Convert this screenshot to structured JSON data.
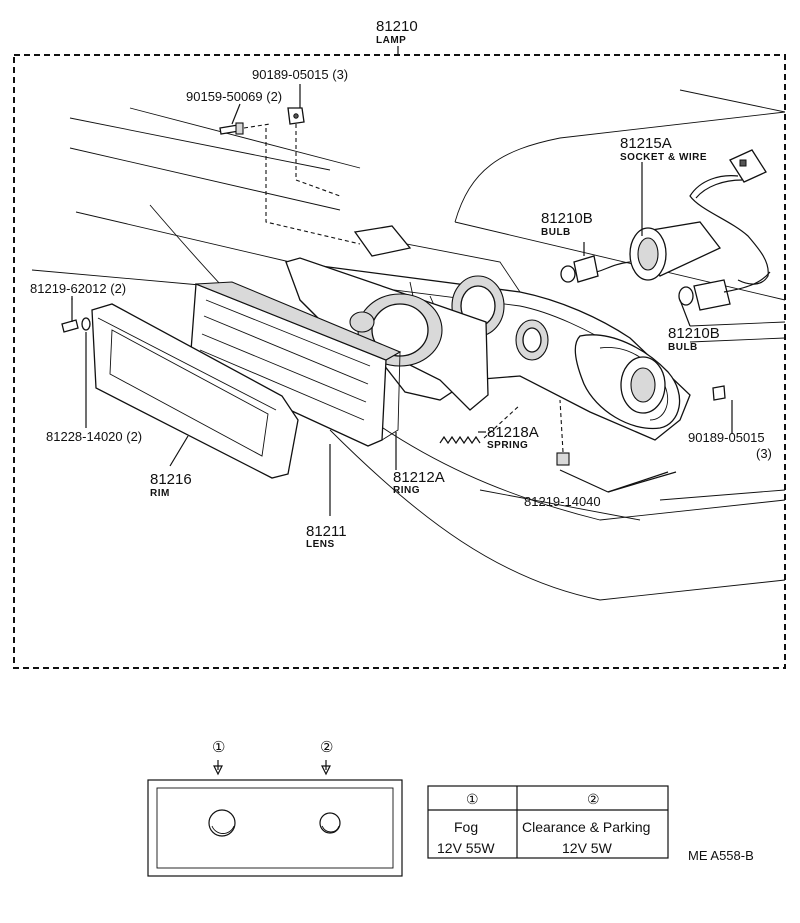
{
  "diagram": {
    "assembly": {
      "part_no": "81210",
      "name": "LAMP"
    },
    "parts": {
      "screw_top": {
        "part_no": "90159-50069 (2)"
      },
      "nut_top": {
        "part_no": "90189-05015 (3)"
      },
      "socket_wire": {
        "part_no": "81215A",
        "name": "SOCKET & WIRE"
      },
      "bulb_upper": {
        "part_no": "81210B",
        "name": "BULB"
      },
      "bulb_lower": {
        "part_no": "81210B",
        "name": "BULB"
      },
      "screw_left": {
        "part_no": "81219-62012 (2)"
      },
      "rim_screw": {
        "part_no": "81228-14020 (2)"
      },
      "rim": {
        "part_no": "81216",
        "name": "RIM"
      },
      "lens": {
        "part_no": "81211",
        "name": "LENS"
      },
      "ring": {
        "part_no": "81212A",
        "name": "RING"
      },
      "spring": {
        "part_no": "81218A",
        "name": "SPRING"
      },
      "screw_low": {
        "part_no": "81219-14040"
      },
      "nut_right": {
        "part_no": "90189-05015",
        "qty": "(3)"
      }
    },
    "bulb_layout": {
      "markers": [
        "①",
        "②"
      ]
    },
    "bulb_table": {
      "headers": [
        "①",
        "②"
      ],
      "row_use": [
        "Fog",
        "Clearance & Parking"
      ],
      "row_spec": [
        "12V 55W",
        "12V 5W"
      ]
    },
    "drawing_code": "ME  A558-B"
  }
}
